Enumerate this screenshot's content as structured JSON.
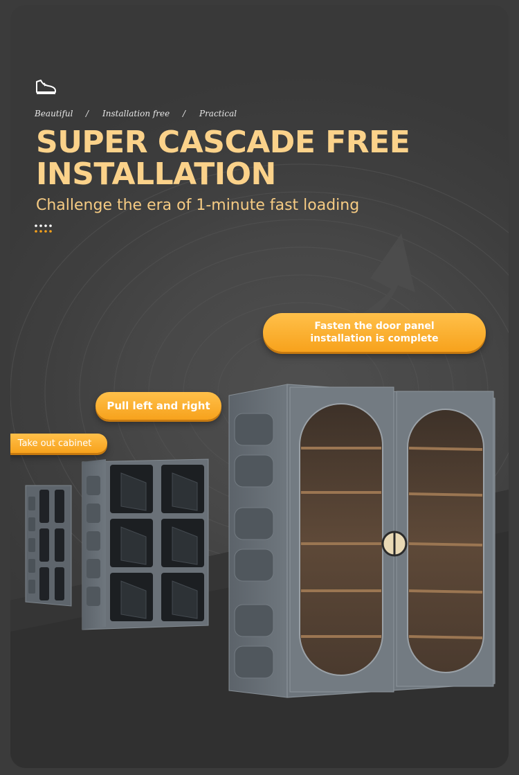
{
  "taglines": [
    "Beautiful",
    "/",
    "Installation free",
    "/",
    "Practical"
  ],
  "headline": {
    "line1": "SUPER CASCADE FREE",
    "line2": "INSTALLATION"
  },
  "subline": "Challenge the era of 1-minute fast loading",
  "steps": {
    "step1": "Take out cabinet",
    "step2": "Pull left and right",
    "step3_line1": "Fasten the door panel",
    "step3_line2": "installation is complete"
  },
  "colors": {
    "accent_title": "#fbd28a",
    "pill_orange": "#f7a21c",
    "background": "#444444",
    "cabinet_gray": "#6b7278",
    "door_glass": "#5a4636"
  },
  "icons": [
    "shoe-icon",
    "dots-decoration",
    "upward-arrow-graphic"
  ]
}
